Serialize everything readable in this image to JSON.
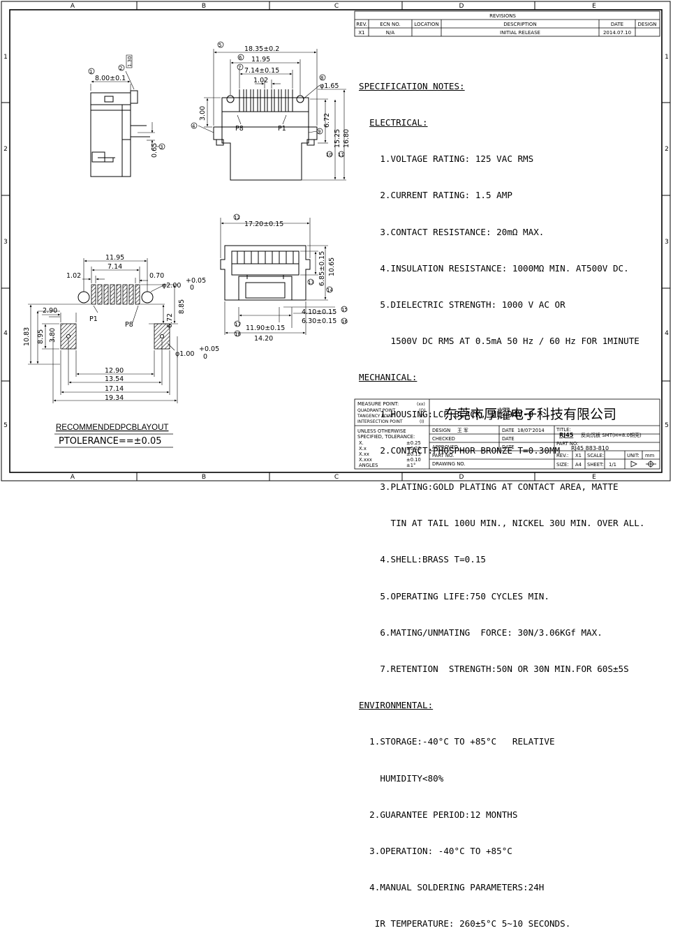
{
  "border": {
    "cols": [
      "A",
      "B",
      "C",
      "D",
      "E"
    ],
    "rows": [
      "1",
      "2",
      "3",
      "4",
      "5"
    ]
  },
  "revisions": {
    "title": "REVISIONS",
    "headers": [
      "REV.",
      "ECN NO.",
      "LOCATION",
      "DESCRIPTION",
      "DATE",
      "DESIGN"
    ],
    "row": [
      "X1",
      "N/A",
      "",
      "INITIAL RELEASE",
      "2014.07.10",
      ""
    ]
  },
  "spec": {
    "title": "SPECIFICATION NOTES:",
    "electrical_h": "ELECTRICAL:",
    "electrical": [
      "1.VOLTAGE RATING: 125 VAC RMS",
      "2.CURRENT RATING: 1.5 AMP",
      "3.CONTACT RESISTANCE: 20mΩ MAX.",
      "4.INSULATION RESISTANCE: 1000MΩ MIN. AT500V DC.",
      "5.DIELECTRIC STRENGTH: 1000 V AC OR",
      " 1500V DC RMS AT 0.5mA 50 Hz / 60 Hz FOR 1MINUTE"
    ],
    "mechanical_h": "MECHANICAL:",
    "mechanical": [
      "1.HOUSING:LCP BLACK, UL 94V-0",
      "2.CONTACT:PHOSPHOR BRONZE T=0.30MM",
      "3.PLATING:GOLD PLATING AT CONTACT AREA, MATTE",
      " TIN AT TAIL 100U MIN., NICKEL 30U MIN. OVER ALL.",
      "4.SHELL:BRASS T=0.15",
      "5.OPERATING LIFE:750 CYCLES MIN.",
      "6.MATING/UNMATING  FORCE: 30N/3.06KGf MAX.",
      "7.RETENTION  STRENGTH:50N OR 30N MIN.FOR 60S±5S"
    ],
    "environmental_h": "ENVIRONMENTAL:",
    "environmental": [
      "1.STORAGE:-40°C TO +85°C   RELATIVE",
      "  HUMIDITY<80%",
      "2.GUARANTEE PERIOD:12 MONTHS",
      "3.OPERATION: -40°C TO +85°C",
      "4.MANUAL SOLDERING PARAMETERS:24H",
      " IR TEMPERATURE: 260±5°C 5~10 SECONDS."
    ]
  },
  "layout_note": {
    "title": "RECOMMENDEDPCBLAYOUT",
    "tolerance": "PTOLERANCE==±0.05"
  },
  "top_view": {
    "d5": "18.35±0.2",
    "d6": "11.95",
    "d7": "7.14±0.15",
    "d1": "1.02",
    "d8": "φ1.65",
    "d3": "3.00",
    "d9": "6.72",
    "d10": "15.25",
    "d11": "16.80",
    "p8": "P8",
    "p1": "P1",
    "n5": "5",
    "n6": "6",
    "n7": "7",
    "n8": "8",
    "n4": "4",
    "n9": "9",
    "n10": "10",
    "n11": "11"
  },
  "side_view": {
    "d1": "8.00±0.1",
    "d2": "1.30",
    "d3": "0.65",
    "n1": "1",
    "n2": "2",
    "n3": "3"
  },
  "front_view": {
    "d12": "17.20±0.15",
    "d14": "6.85±0.15",
    "d_1065": "10.65",
    "d15": "4.10±0.15",
    "d16": "6.30±0.15",
    "d17": "11.90±0.15",
    "d18": "14.20",
    "n12": "12",
    "n13": "13",
    "n14": "14",
    "n15": "15",
    "n16": "16",
    "n17": "17",
    "n18": "18"
  },
  "pcb": {
    "d1195": "11.95",
    "d714": "7.14",
    "d102": "1.02",
    "d070": "0.70",
    "d200": "φ2.00",
    "d200_tol": "+0.05",
    "d200_tol2": "0",
    "d885": "8.85",
    "d672": "6.72",
    "d290": "2.90",
    "d380": "3.80",
    "d895": "8.95",
    "d1083": "10.83",
    "d100": "φ1.00",
    "d100_tol": "+0.05",
    "d100_tol2": "0",
    "d1290": "12.90",
    "d1354": "13.54",
    "d1714": "17.14",
    "d1934": "19.34",
    "p1": "P1",
    "p8": "P8"
  },
  "title_block": {
    "measure": [
      "MEASURE POINT:",
      "QUADRANT POINT",
      "TANGENCY POINT",
      "INTERSECTION POINT"
    ],
    "measure_sym": [
      "(xx)",
      "(Q)",
      "(T)",
      "(I)"
    ],
    "company": "东莞市厚耀电子科技有限公司",
    "tol_h1": "UNLESS OTHERWISE",
    "tol_h2": "SPECIFIED, TOLERANCE:",
    "tol_keys": [
      "X.",
      "X.x",
      "X.xx",
      "X.xxx",
      "ANGLES"
    ],
    "tol_vals": [
      "±0.25",
      "±0.20",
      "±0.15",
      "±0.10",
      "±1°"
    ],
    "design_l": "DESIGN",
    "design_v": "王 军",
    "date_l": "DATE",
    "date_v": "18/07'2014",
    "checked_l": "CHECKED",
    "approved_l": "APPROVED",
    "partno_l": "PART NO.",
    "drawingno_l": "DRAWING NO.",
    "title_l": "TITLE:",
    "title_v": "RJ45",
    "title_v2": "反向沉板 SMT(H=8.0铜壳)",
    "partno2_l": "PART NO:",
    "partno2_v": "RJ45 883-810",
    "rev_l": "REV.:",
    "rev_v": "X1",
    "scale_l": "SCALE:",
    "unit_l": "UNIT:",
    "unit_v": "mm",
    "size_l": "SIZE:",
    "size_v": "A4",
    "sheet_l": "SHEET:",
    "sheet_v": "1/1"
  }
}
